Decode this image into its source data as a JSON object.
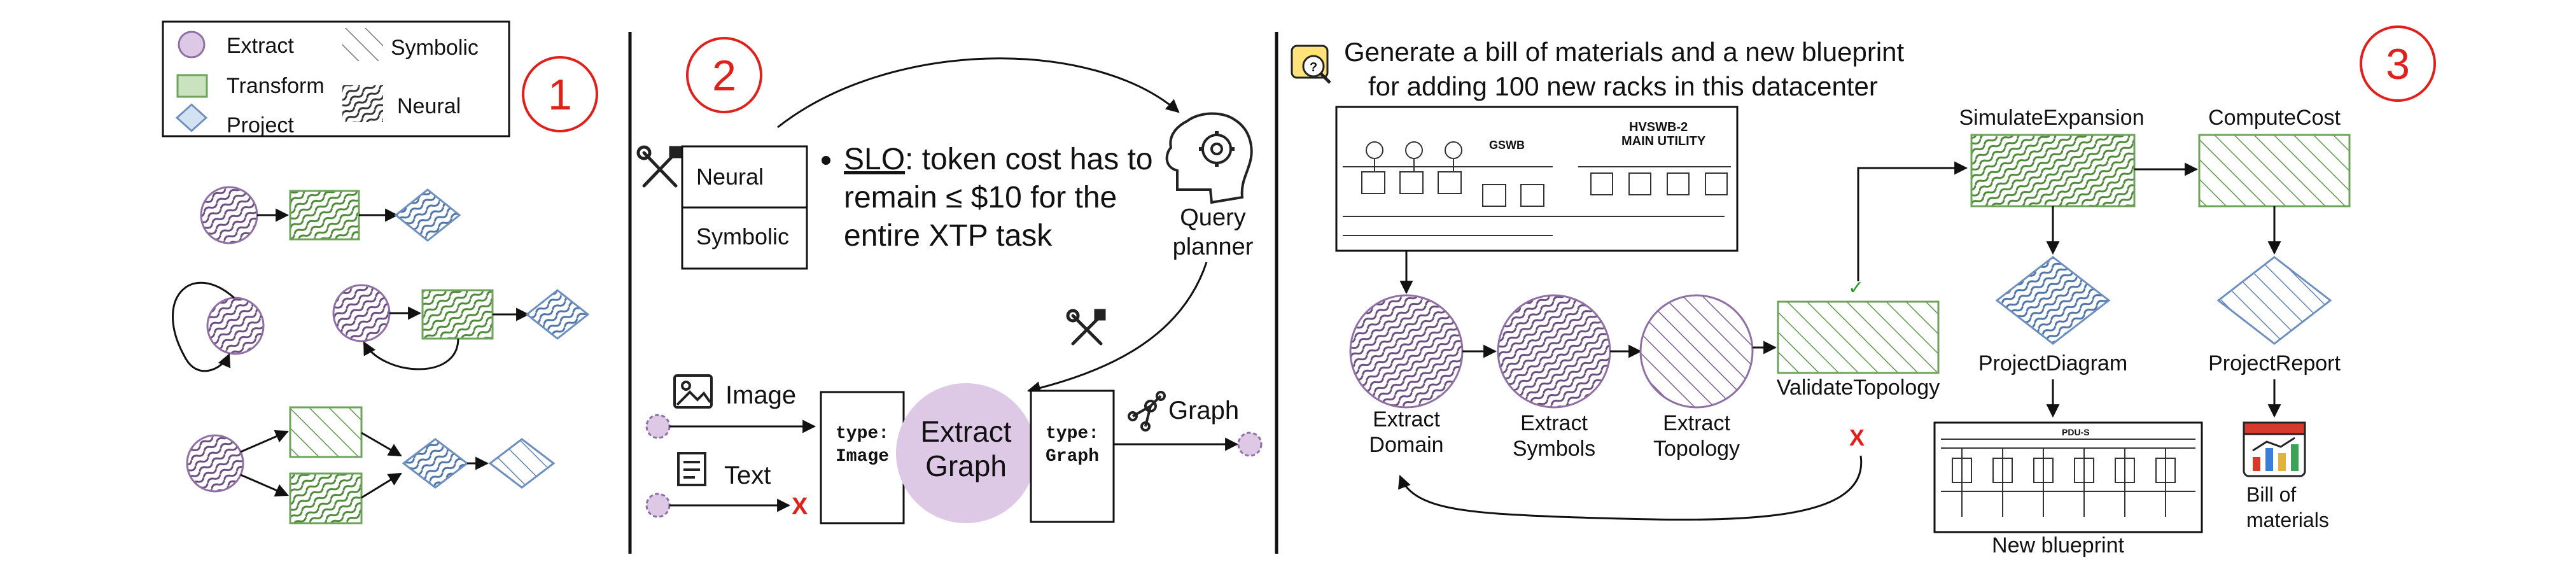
{
  "legend": {
    "extract": "Extract",
    "transform": "Transform",
    "project": "Project",
    "symbolic": "Symbolic",
    "neural": "Neural"
  },
  "panel_numbers": [
    "1",
    "2",
    "3"
  ],
  "panel2": {
    "mode_neural": "Neural",
    "mode_symbolic": "Symbolic",
    "slo_prefix": "SLO",
    "slo_line1": ": token cost has to",
    "slo_line2": "remain ≤ $10 for the",
    "slo_line3": "entire XTP task",
    "planner_line1": "Query",
    "planner_line2": "planner",
    "input_image": "Image",
    "input_text": "Text",
    "input_type_key": "type:",
    "input_type_val": "Image",
    "op_line1": "Extract",
    "op_line2": "Graph",
    "output_type_key": "type:",
    "output_type_val": "Graph",
    "output_label": "Graph",
    "reject_mark": "X"
  },
  "panel3": {
    "query_line1": "Generate a bill of materials and a new blueprint",
    "query_line2": "for adding 100 new racks in this datacenter",
    "extract_domain_1": "Extract",
    "extract_domain_2": "Domain",
    "extract_symbols_1": "Extract",
    "extract_symbols_2": "Symbols",
    "extract_topology_1": "Extract",
    "extract_topology_2": "Topology",
    "validate": "ValidateTopology",
    "simulate": "SimulateExpansion",
    "compute": "ComputeCost",
    "project_diagram": "ProjectDiagram",
    "project_report": "ProjectReport",
    "new_blueprint": "New blueprint",
    "bom_line1": "Bill of",
    "bom_line2": "materials",
    "check_mark": "✓",
    "fail_mark": "X"
  },
  "blueprint_labels": {
    "gswb": "GSWB",
    "hvswb_1": "HVSWB-2",
    "hvswb_2": "MAIN UTILITY",
    "pdu": "PDU-S"
  },
  "colors": {
    "extract_fill": "#ddc8e6",
    "extract_stroke": "#8f6fa4",
    "transform_fill": "#c8e3bd",
    "transform_stroke": "#6fa35c",
    "project_fill": "#d2e2f2",
    "project_stroke": "#6c8fbf",
    "accent_red": "#e0201a"
  }
}
